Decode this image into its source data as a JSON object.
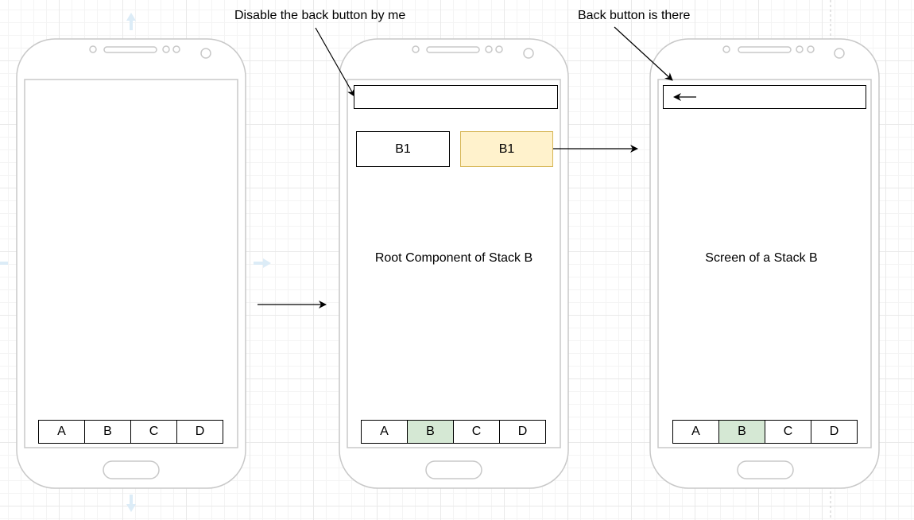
{
  "annotations": {
    "disable_back": "Disable the back button by me",
    "back_present": "Back button is there"
  },
  "phone1": {
    "tabs": [
      "A",
      "B",
      "C",
      "D"
    ],
    "active_tab": -1
  },
  "phone2": {
    "buttons": [
      "B1",
      "B1"
    ],
    "center_text": "Root Component of Stack B",
    "tabs": [
      "A",
      "B",
      "C",
      "D"
    ],
    "active_tab": 1
  },
  "phone3": {
    "back_arrow": "left-arrow-icon",
    "center_text": "Screen of a Stack B",
    "tabs": [
      "A",
      "B",
      "C",
      "D"
    ],
    "active_tab": 1
  },
  "colors": {
    "highlight_button_fill": "#fff2cc",
    "highlight_button_border": "#d6b656",
    "active_tab_fill": "#d5e8d4",
    "phone_outline": "#cccccc"
  }
}
